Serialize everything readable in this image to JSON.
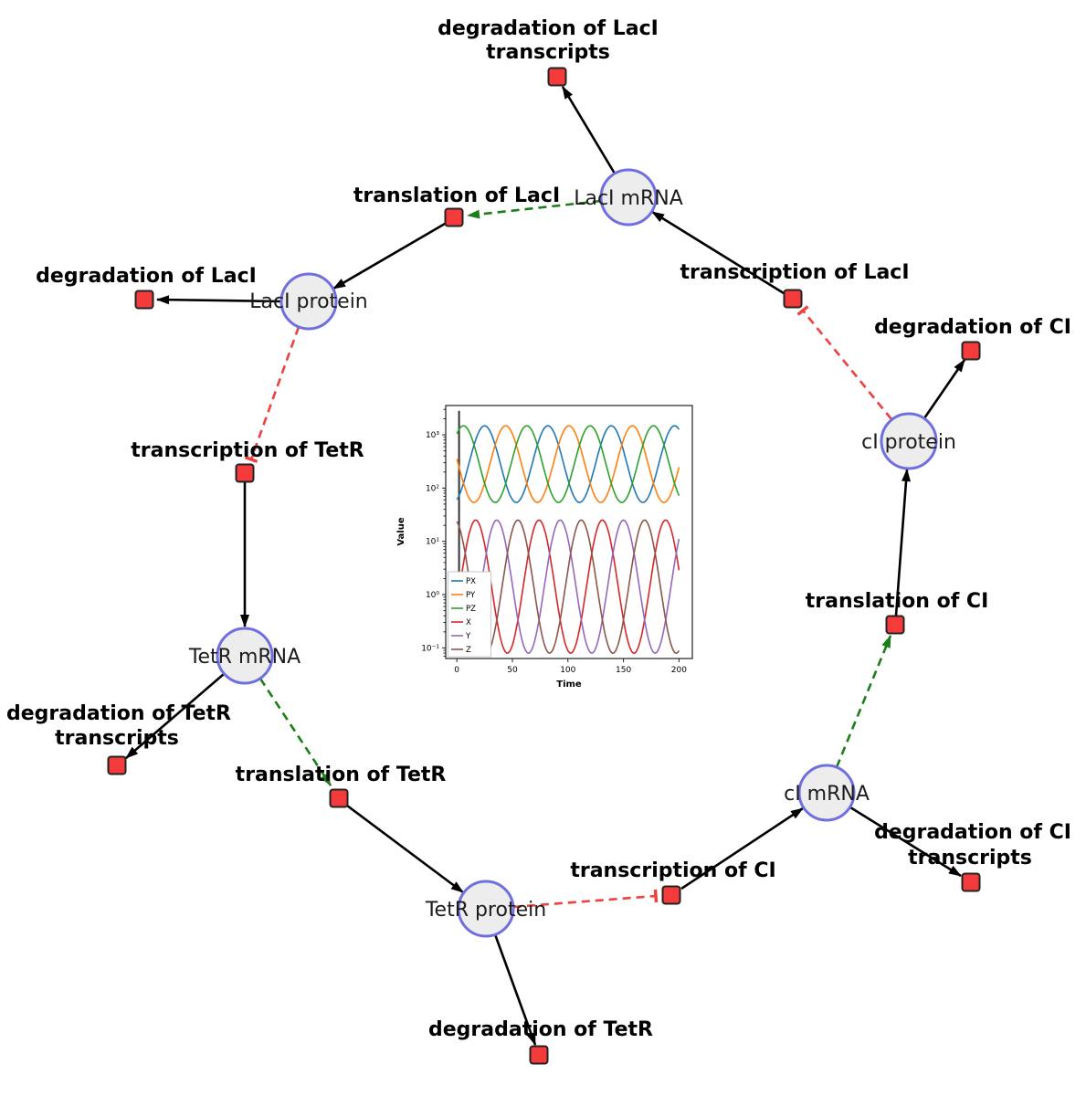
{
  "colors": {
    "species_fill": "#ededed",
    "species_stroke": "#6f6fe0",
    "reaction_fill": "#f43b3b",
    "reaction_stroke": "#222222",
    "edge_production": "#000000",
    "edge_modifier": "#1b7e1b",
    "edge_inhibition": "#ee4040"
  },
  "network": {
    "species": [
      {
        "id": "laci-mrna",
        "label": "LacI mRNA"
      },
      {
        "id": "laci-protein",
        "label": "LacI protein"
      },
      {
        "id": "tetr-mrna",
        "label": "TetR mRNA"
      },
      {
        "id": "tetr-protein",
        "label": "TetR protein"
      },
      {
        "id": "ci-mrna",
        "label": "cI mRNA"
      },
      {
        "id": "ci-protein",
        "label": "cI protein"
      }
    ],
    "reactions": [
      {
        "id": "degradation-of-laci-transcripts",
        "lines": [
          "degradation of LacI",
          "transcripts"
        ]
      },
      {
        "id": "translation-of-laci",
        "lines": [
          "translation of LacI"
        ]
      },
      {
        "id": "degradation-of-laci",
        "lines": [
          "degradation of LacI"
        ]
      },
      {
        "id": "transcription-of-laci",
        "lines": [
          "transcription of LacI"
        ]
      },
      {
        "id": "degradation-of-ci",
        "lines": [
          "degradation of CI"
        ]
      },
      {
        "id": "transcription-of-tetr",
        "lines": [
          "transcription of TetR"
        ]
      },
      {
        "id": "translation-of-ci",
        "lines": [
          "translation of CI"
        ]
      },
      {
        "id": "degradation-of-tetr-transcripts",
        "lines": [
          "degradation of TetR",
          "transcripts"
        ]
      },
      {
        "id": "translation-of-tetr",
        "lines": [
          "translation of TetR"
        ]
      },
      {
        "id": "transcription-of-ci",
        "lines": [
          "transcription of CI"
        ]
      },
      {
        "id": "degradation-of-ci-transcripts",
        "lines": [
          "degradation of CI",
          "transcripts"
        ]
      },
      {
        "id": "degradation-of-tetr",
        "lines": [
          "degradation of TetR"
        ]
      }
    ],
    "edges": [
      {
        "from": "LacI mRNA",
        "to": "degradation of LacI transcripts",
        "type": "consumption"
      },
      {
        "from": "LacI mRNA",
        "to": "translation of LacI",
        "type": "modifier"
      },
      {
        "from": "translation of LacI",
        "to": "LacI protein",
        "type": "production"
      },
      {
        "from": "LacI protein",
        "to": "degradation of LacI",
        "type": "consumption"
      },
      {
        "from": "LacI protein",
        "to": "transcription of TetR",
        "type": "inhibition"
      },
      {
        "from": "transcription of TetR",
        "to": "TetR mRNA",
        "type": "production"
      },
      {
        "from": "TetR mRNA",
        "to": "degradation of TetR transcripts",
        "type": "consumption"
      },
      {
        "from": "TetR mRNA",
        "to": "translation of TetR",
        "type": "modifier"
      },
      {
        "from": "translation of TetR",
        "to": "TetR protein",
        "type": "production"
      },
      {
        "from": "TetR protein",
        "to": "degradation of TetR",
        "type": "consumption"
      },
      {
        "from": "TetR protein",
        "to": "transcription of CI",
        "type": "inhibition"
      },
      {
        "from": "transcription of CI",
        "to": "cI mRNA",
        "type": "production"
      },
      {
        "from": "cI mRNA",
        "to": "degradation of CI transcripts",
        "type": "consumption"
      },
      {
        "from": "cI mRNA",
        "to": "translation of CI",
        "type": "modifier"
      },
      {
        "from": "translation of CI",
        "to": "cI protein",
        "type": "production"
      },
      {
        "from": "cI protein",
        "to": "degradation of CI",
        "type": "consumption"
      },
      {
        "from": "cI protein",
        "to": "transcription of LacI",
        "type": "inhibition"
      },
      {
        "from": "transcription of LacI",
        "to": "LacI mRNA",
        "type": "production"
      }
    ]
  },
  "chart_data": {
    "type": "line",
    "title": "",
    "xlabel": "Time",
    "ylabel": "Value",
    "x_domain": [
      -10,
      212
    ],
    "x_ticks": [
      0,
      50,
      100,
      150,
      200
    ],
    "x_tick_labels": [
      "0",
      "50",
      "100",
      "150",
      "200"
    ],
    "y_scale": "log",
    "ylog_domain": [
      -1.2,
      3.55
    ],
    "y_tick_exponents": [
      -1,
      0,
      1,
      2,
      3
    ],
    "y_tick_labels": [
      "10⁻¹",
      "10⁰",
      "10¹",
      "10²",
      "10³"
    ],
    "legend_position": "lower-left",
    "legend": [
      "PX",
      "PY",
      "PZ",
      "X",
      "Y",
      "Z"
    ],
    "series": [
      {
        "name": "PX",
        "color": "#1f77b4",
        "log_mean": 2.45,
        "log_amp": 0.72,
        "period": 57,
        "peak_t": 25
      },
      {
        "name": "PY",
        "color": "#ff7f0e",
        "log_mean": 2.45,
        "log_amp": 0.72,
        "period": 57,
        "peak_t": 44
      },
      {
        "name": "PZ",
        "color": "#2ca02c",
        "log_mean": 2.45,
        "log_amp": 0.72,
        "period": 57,
        "peak_t": 63
      },
      {
        "name": "X",
        "color": "#d62728",
        "log_mean": 0.15,
        "log_amp": 1.25,
        "period": 57,
        "peak_t": 17
      },
      {
        "name": "Y",
        "color": "#9467bd",
        "log_mean": 0.15,
        "log_amp": 1.25,
        "period": 57,
        "peak_t": 36
      },
      {
        "name": "Z",
        "color": "#8c564b",
        "log_mean": 0.15,
        "log_amp": 1.25,
        "period": 57,
        "peak_t": 55
      }
    ]
  }
}
